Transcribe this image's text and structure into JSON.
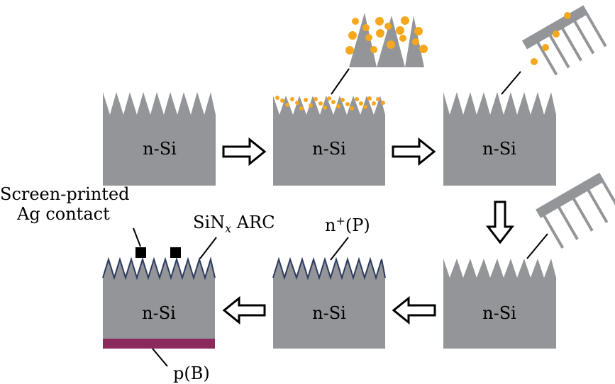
{
  "colors": {
    "silicon": "#939598",
    "gold": "#F5A81C",
    "arc_stroke": "#2B3A5E",
    "p_layer": "#8C2A5E",
    "arrow_stroke": "#000000",
    "contact": "#000000"
  },
  "labels": {
    "substrate": "n-Si",
    "screen_printed_line1": "Screen-printed",
    "screen_printed_line2": "Ag contact",
    "sinx_main": "SiN",
    "sinx_sub": "x",
    "sinx_suffix": " ARC",
    "nplus_main": "n",
    "nplus_sup": "+",
    "nplus_suffix": "(P)",
    "pb": "p(B)"
  },
  "steps": [
    {
      "id": "step-1",
      "substrate": "n-Si"
    },
    {
      "id": "step-2",
      "substrate": "n-Si"
    },
    {
      "id": "step-3",
      "substrate": "n-Si"
    },
    {
      "id": "step-4",
      "substrate": "n-Si"
    },
    {
      "id": "step-5",
      "substrate": "n-Si"
    },
    {
      "id": "step-6",
      "substrate": "n-Si"
    }
  ]
}
